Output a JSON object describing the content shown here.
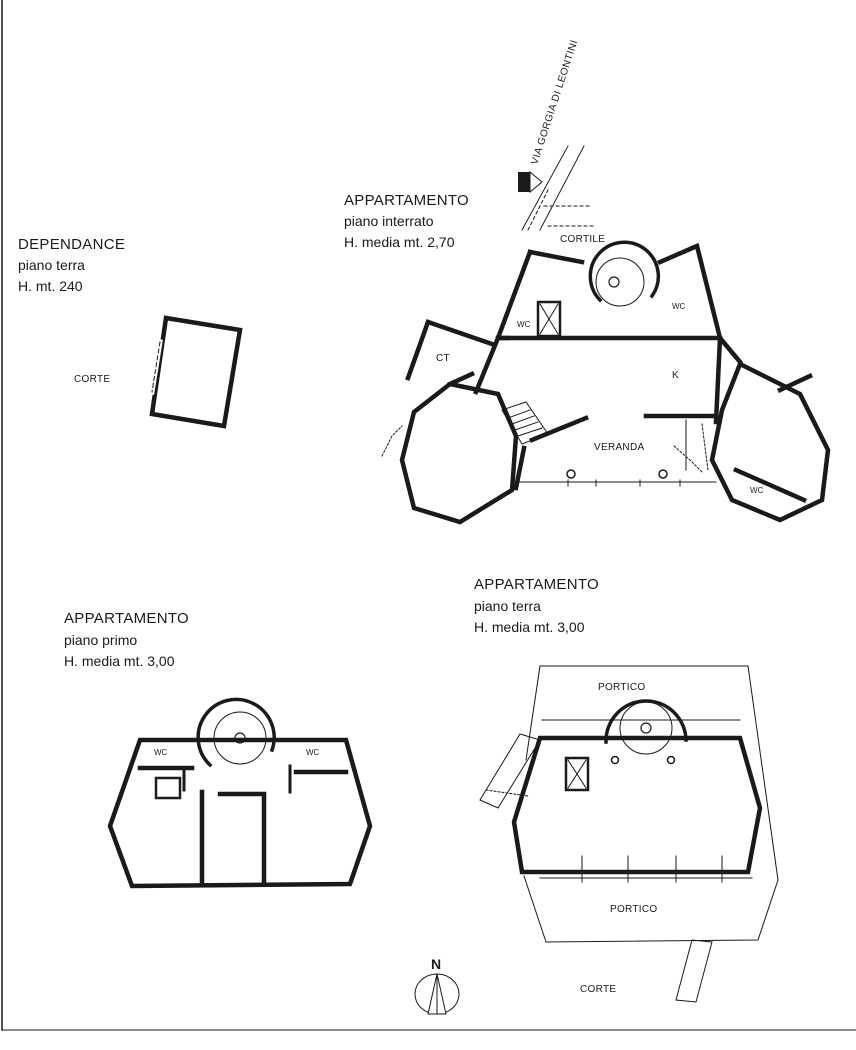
{
  "street": {
    "name": "VIA GORGIA DI LEONTINI"
  },
  "dependance": {
    "title": "DEPENDANCE",
    "floor": "piano terra",
    "height": "H.  mt. 240",
    "court": "CORTE"
  },
  "interrato": {
    "title": "APPARTAMENTO",
    "floor": "piano interrato",
    "height": "H. media mt. 2,70",
    "rooms": {
      "cortile": "CORTILE",
      "wc_left": "WC",
      "wc_right": "WC",
      "wc_octagon": "WC",
      "ct": "CT",
      "k": "K",
      "veranda": "VERANDA"
    }
  },
  "primo": {
    "title": "APPARTAMENTO",
    "floor": "piano primo",
    "height": "H. media mt. 3,00",
    "rooms": {
      "wc_left": "WC",
      "wc_right": "WC"
    }
  },
  "terra": {
    "title": "APPARTAMENTO",
    "floor": "piano terra",
    "height": "H. media mt. 3,00",
    "rooms": {
      "portico_top": "PORTICO",
      "portico_bottom": "PORTICO",
      "corte": "CORTE"
    }
  },
  "compass": {
    "label": "N"
  }
}
